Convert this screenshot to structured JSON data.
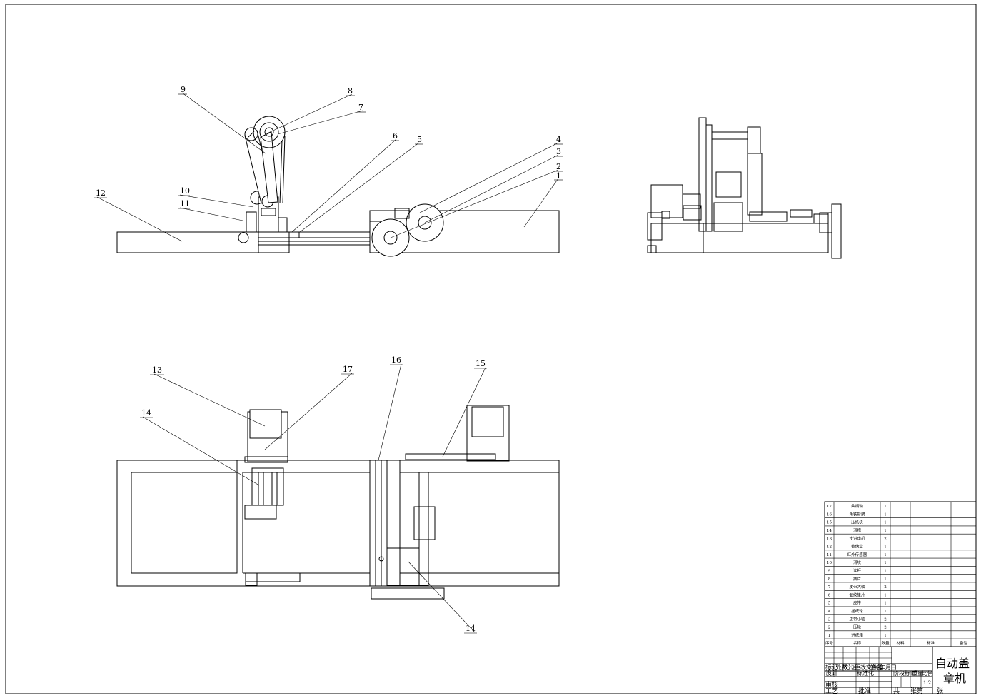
{
  "callouts": [
    "1",
    "2",
    "3",
    "4",
    "5",
    "6",
    "7",
    "8",
    "9",
    "10",
    "11",
    "12",
    "13",
    "14",
    "14",
    "15",
    "16",
    "17"
  ],
  "bom": {
    "rows": [
      {
        "no": "17",
        "name": "曲柄轴",
        "qty": "1"
      },
      {
        "no": "16",
        "name": "角铁形架",
        "qty": "1"
      },
      {
        "no": "15",
        "name": "压纸块",
        "qty": "1"
      },
      {
        "no": "14",
        "name": "滑槽",
        "qty": "1"
      },
      {
        "no": "13",
        "name": "步进电机",
        "qty": "2"
      },
      {
        "no": "12",
        "name": "收纳盒",
        "qty": "1"
      },
      {
        "no": "11",
        "name": "红外传感器",
        "qty": "1"
      },
      {
        "no": "10",
        "name": "滑块",
        "qty": "1"
      },
      {
        "no": "9",
        "name": "连杆",
        "qty": "1"
      },
      {
        "no": "8",
        "name": "拨片",
        "qty": "1"
      },
      {
        "no": "7",
        "name": "皮带大轴",
        "qty": "2"
      },
      {
        "no": "6",
        "name": "皱纹垫片",
        "qty": "1"
      },
      {
        "no": "5",
        "name": "皮带",
        "qty": "1"
      },
      {
        "no": "4",
        "name": "搓纸轮",
        "qty": "1"
      },
      {
        "no": "3",
        "name": "皮带小轴",
        "qty": "2"
      },
      {
        "no": "2",
        "name": "压轮",
        "qty": "2"
      },
      {
        "no": "1",
        "name": "进纸箱",
        "qty": "1"
      }
    ],
    "header": {
      "no": "序号",
      "name": "名称",
      "qty": "数量",
      "material": "材料",
      "standard": "标准",
      "remark": "备注"
    }
  },
  "titleblock": {
    "title_line1": "自动盖",
    "title_line2": "章机",
    "marks": "标记",
    "count": "处数",
    "zone": "分区",
    "change_doc": "更改文件号",
    "sign": "签名",
    "date_ymd": "年月日",
    "design": "设计",
    "standardize": "标准化",
    "stage_mark": "阶段标记",
    "weight": "重量",
    "scale": "比例",
    "scale_value": "1:2",
    "review": "审核",
    "process": "工艺",
    "approve": "批准",
    "total": "共",
    "sheets": "张第",
    "sheet": "张"
  }
}
